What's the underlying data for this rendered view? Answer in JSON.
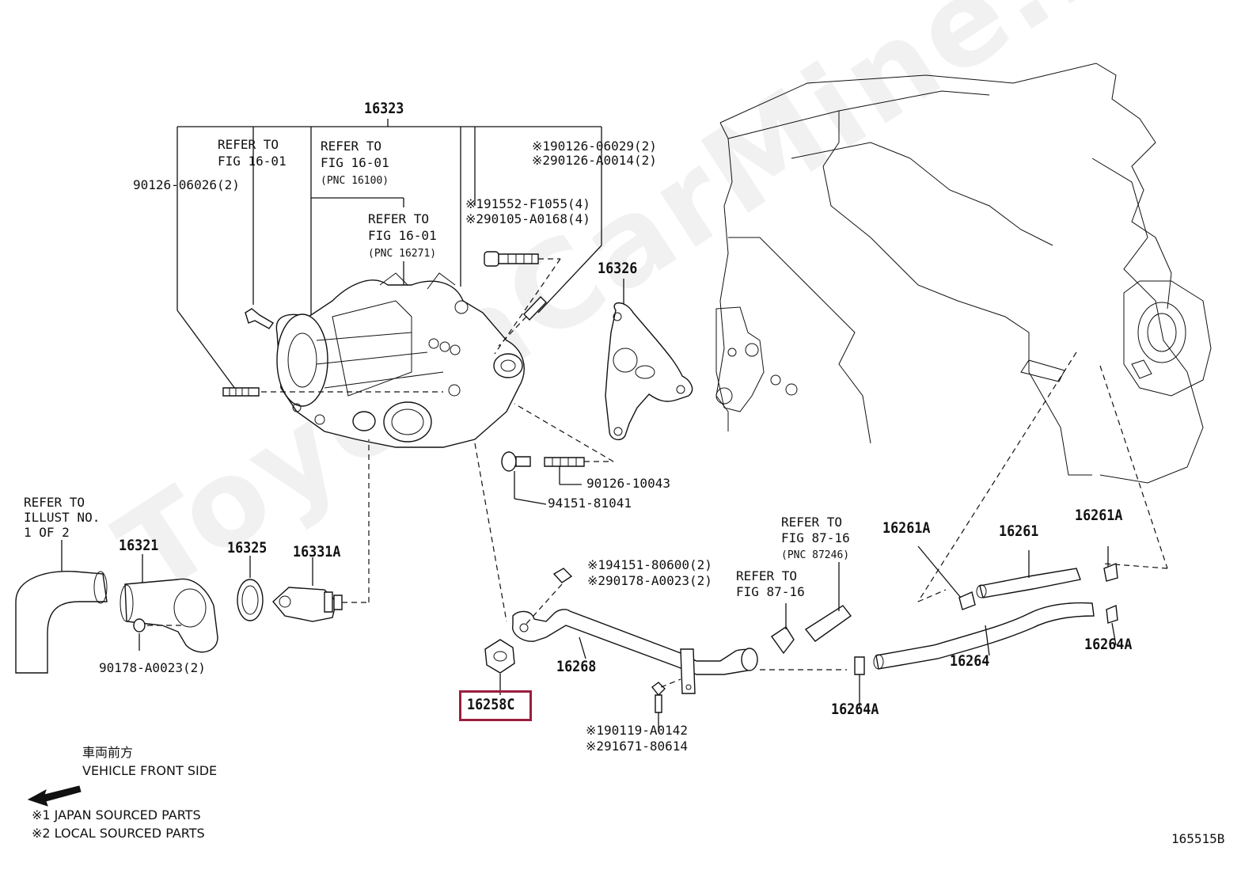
{
  "watermark": "ToyotaCarMine.ru",
  "figure_code": "165515B",
  "parts": {
    "p16323": "16323",
    "p16326": "16326",
    "p16321": "16321",
    "p16325": "16325",
    "p16331A": "16331A",
    "p16268": "16268",
    "p16258C": "16258C",
    "p16264": "16264",
    "p16264A_bottom": "16264A",
    "p16264A_right": "16264A",
    "p16261": "16261",
    "p16261A_left": "16261A",
    "p16261A_right": "16261A"
  },
  "refs": {
    "ref1": [
      "REFER TO",
      "FIG 16-01"
    ],
    "ref2": [
      "REFER TO",
      "FIG 16-01",
      "(PNC 16100)"
    ],
    "ref3": [
      "REFER TO",
      "FIG 16-01",
      "(PNC 16271)"
    ],
    "ref4": [
      "REFER TO",
      "ILLUST NO.",
      "1 OF 2"
    ],
    "ref5": [
      "REFER TO",
      "FIG 87-16",
      "(PNC 87246)"
    ],
    "ref6": [
      "REFER TO",
      "FIG 87-16"
    ]
  },
  "bolts": {
    "b1": "90126-06026(2)",
    "b2a": "※190126-06029(2)",
    "b2b": "※290126-A0014(2)",
    "b3a": "※191552-F1055(4)",
    "b3b": "※290105-A0168(4)",
    "b4": "90126-10043",
    "b5": "94151-81041",
    "b6a": "※194151-80600(2)",
    "b6b": "※290178-A0023(2)",
    "b7": "90178-A0023(2)",
    "b8a": "※190119-A0142",
    "b8b": "※291671-80614"
  },
  "legend": {
    "jp": "車両前方",
    "front": "VEHICLE FRONT SIDE",
    "note1": "※1 JAPAN SOURCED PARTS",
    "note2": "※2 LOCAL SOURCED PARTS"
  },
  "highlight_part": "16258C",
  "highlight_color": "#9a1f3f"
}
